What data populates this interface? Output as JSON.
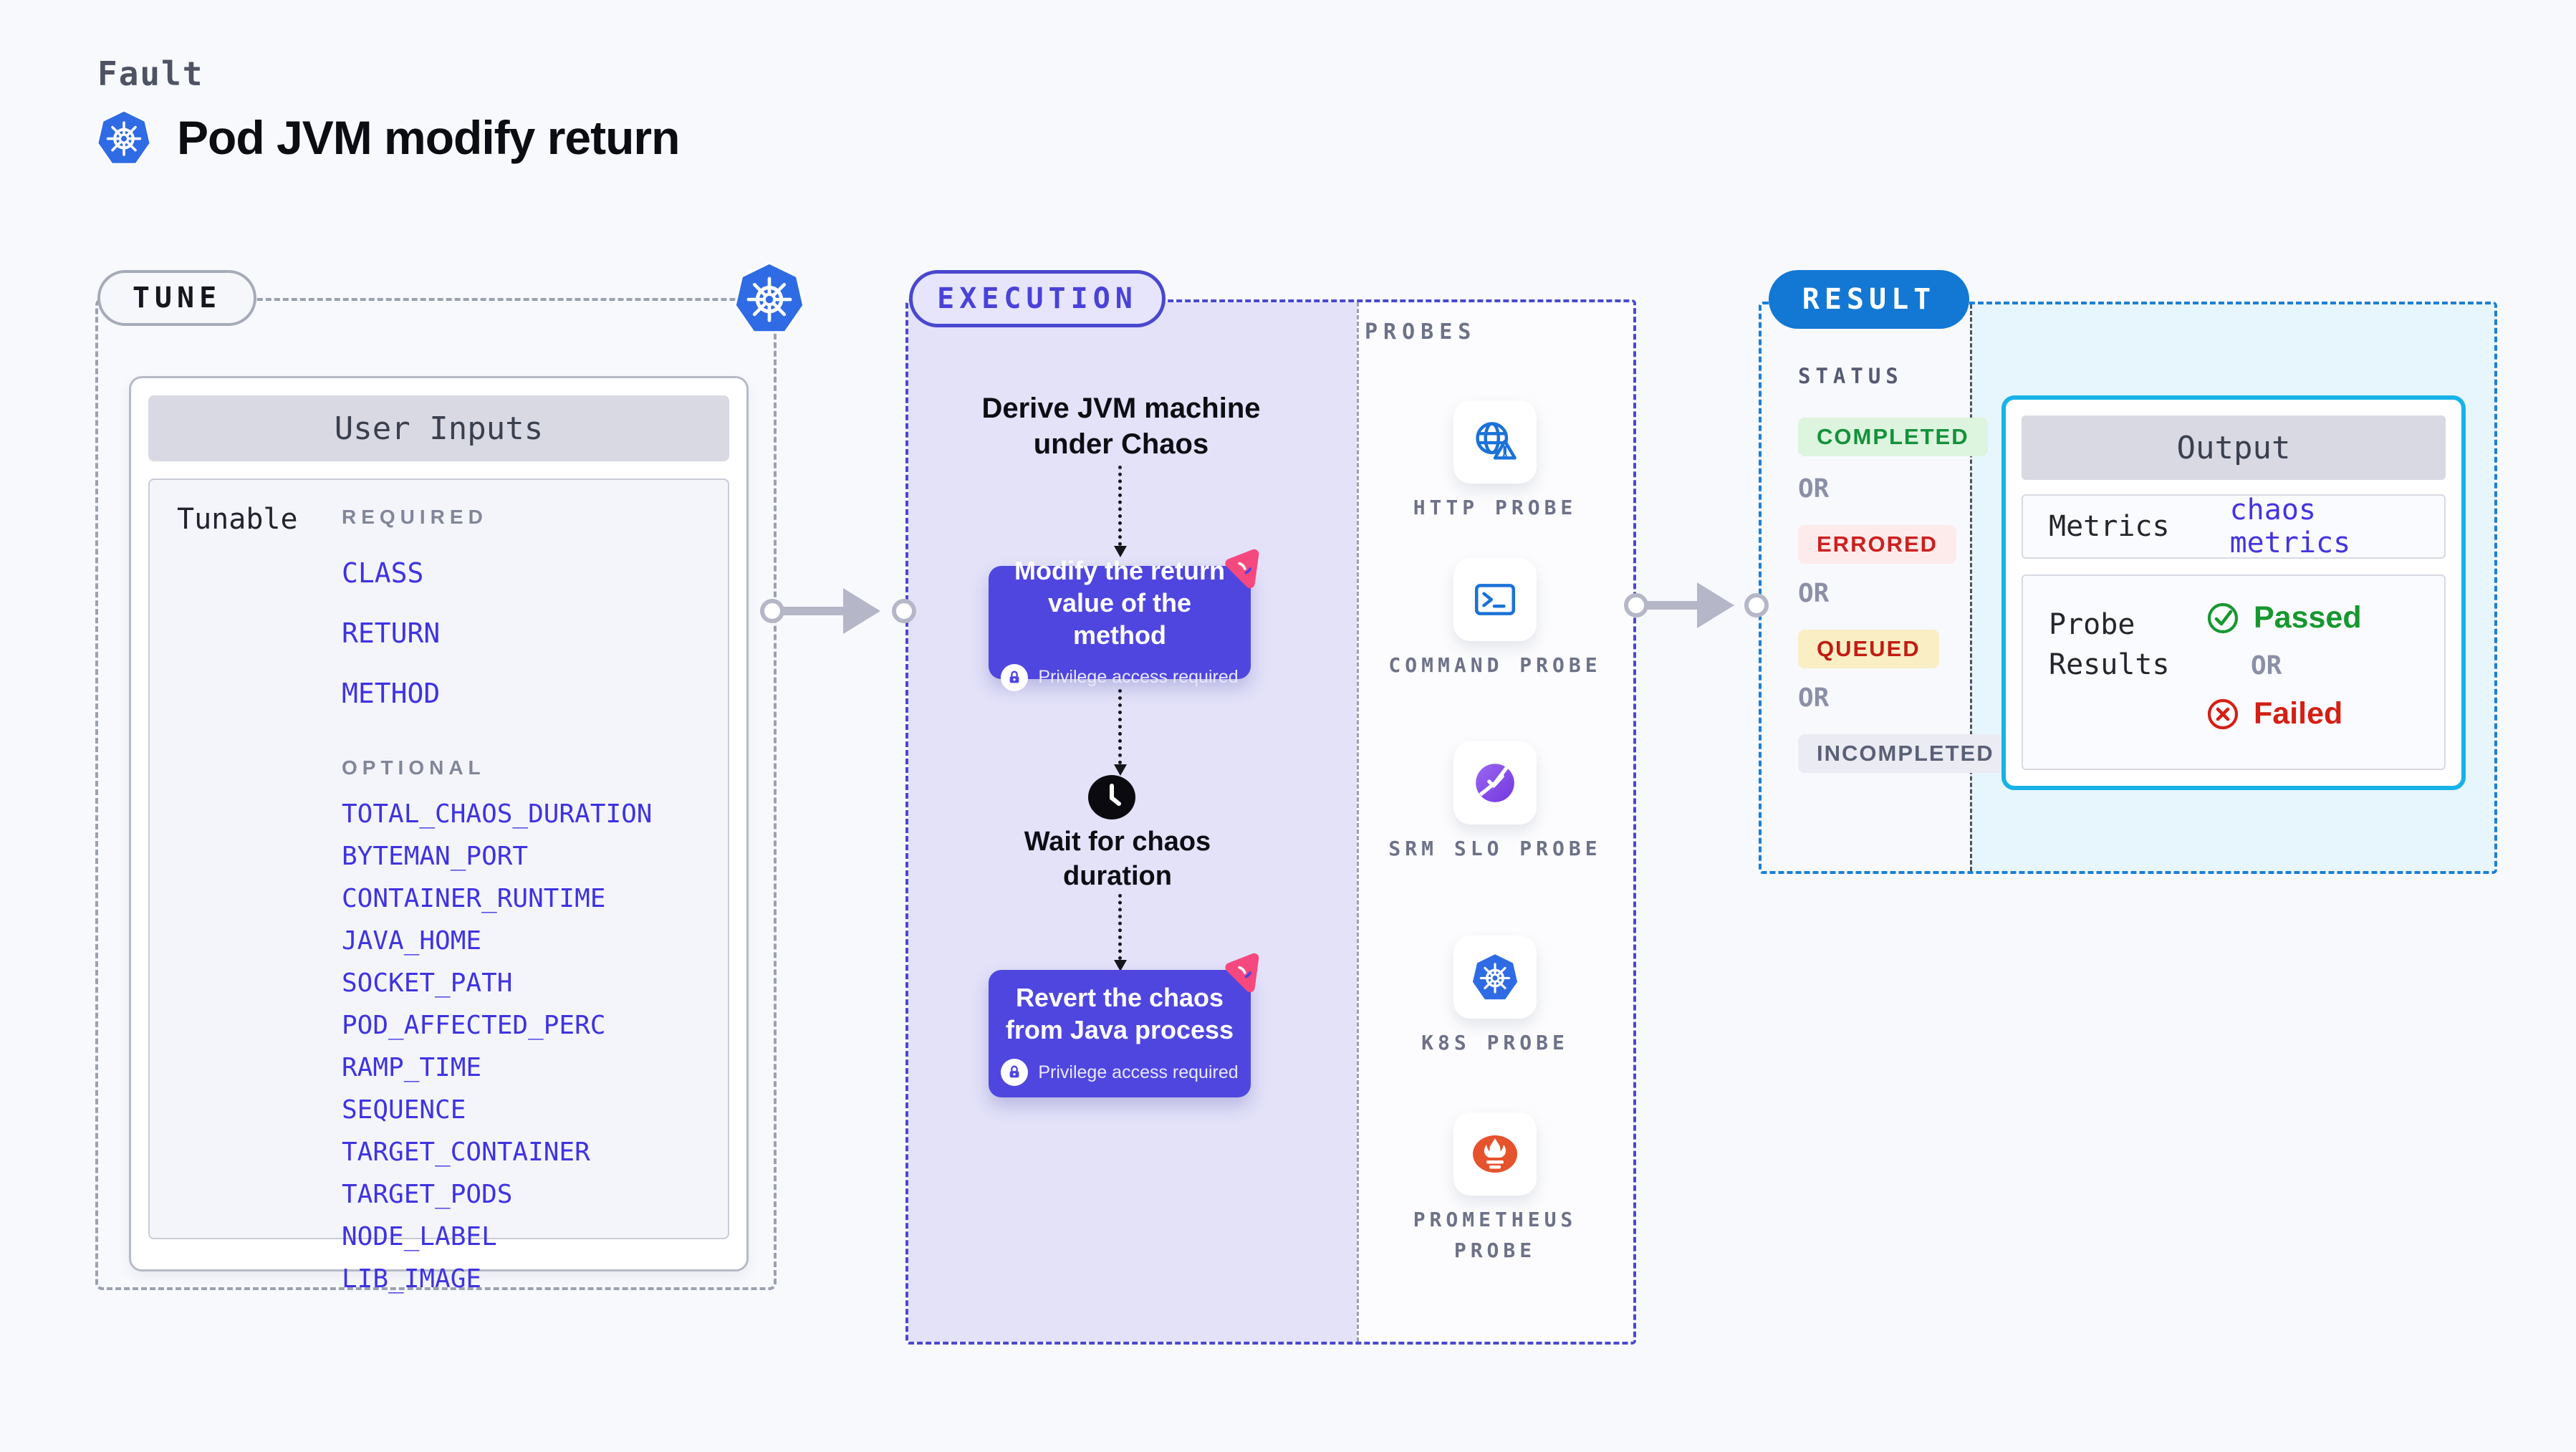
{
  "page": {
    "kicker": "Fault",
    "title": "Pod JVM modify return",
    "background": "#f7f9fd"
  },
  "tune": {
    "pill_label": "TUNE",
    "card_header": "User Inputs",
    "row_label": "Tunable",
    "required_label": "REQUIRED",
    "required_items": [
      "CLASS",
      "RETURN",
      "METHOD"
    ],
    "optional_label": "OPTIONAL",
    "optional_items": [
      "TOTAL_CHAOS_DURATION",
      "BYTEMAN_PORT",
      "CONTAINER_RUNTIME",
      "JAVA_HOME",
      "SOCKET_PATH",
      "POD_AFFECTED_PERC",
      "RAMP_TIME",
      "SEQUENCE",
      "TARGET_CONTAINER",
      "TARGET_PODS",
      "NODE_LABEL",
      "LIB_IMAGE"
    ],
    "item_color": "#3f33e2"
  },
  "execution": {
    "pill_label": "EXECUTION",
    "step_derive": "Derive JVM machine under Chaos",
    "step_modify": "Modify the return value of the method",
    "step_modify_note": "Privilege access required",
    "step_wait": "Wait for chaos duration",
    "step_revert": "Revert the chaos from Java process",
    "step_revert_note": "Privilege access required",
    "step_box_color": "#4f46e0",
    "panel_color": "#e3e2f9"
  },
  "probes": {
    "label": "PROBES",
    "items": [
      {
        "icon": "globe-alert-icon",
        "label": "HTTP PROBE"
      },
      {
        "icon": "terminal-icon",
        "label": "COMMAND PROBE"
      },
      {
        "icon": "slo-pie-icon",
        "label": "SRM SLO PROBE"
      },
      {
        "icon": "kubernetes-icon",
        "label": "K8S PROBE"
      },
      {
        "icon": "prometheus-icon",
        "label": "PROMETHEUS PROBE"
      }
    ]
  },
  "result": {
    "pill_label": "RESULT",
    "pill_color": "#1278d4",
    "status_label": "STATUS",
    "or_label": "OR",
    "statuses": [
      {
        "label": "COMPLETED",
        "bg": "#ddf4de",
        "color": "#15913b"
      },
      {
        "label": "ERRORED",
        "bg": "#fcebea",
        "color": "#cb2020"
      },
      {
        "label": "QUEUED",
        "bg": "#faeec5",
        "color": "#c01d13"
      },
      {
        "label": "INCOMPLETED",
        "bg": "#ebecf3",
        "color": "#5a6076"
      }
    ],
    "output": {
      "header": "Output",
      "metrics_label": "Metrics",
      "metrics_value": "chaos metrics",
      "metrics_value_color": "#4334e0",
      "probe_results_label": "Probe Results",
      "passed_label": "Passed",
      "passed_color": "#17972f",
      "or_label": "OR",
      "failed_label": "Failed",
      "failed_color": "#d41f15",
      "card_border_color": "#17b2e8"
    }
  }
}
